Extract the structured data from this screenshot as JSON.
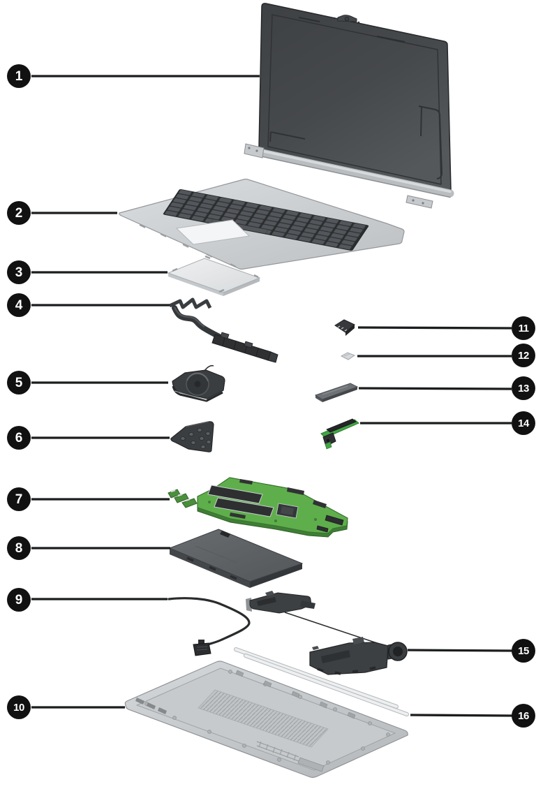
{
  "figure": {
    "kind": "laptop-exploded-parts-diagram",
    "callout_count": 16
  },
  "callouts": [
    {
      "number": "1",
      "part": "display-assembly"
    },
    {
      "number": "2",
      "part": "top-cover-with-keyboard"
    },
    {
      "number": "3",
      "part": "touchpad"
    },
    {
      "number": "4",
      "part": "heat-sink"
    },
    {
      "number": "5",
      "part": "fan"
    },
    {
      "number": "6",
      "part": "bracket-plate"
    },
    {
      "number": "7",
      "part": "system-board"
    },
    {
      "number": "8",
      "part": "battery"
    },
    {
      "number": "9",
      "part": "power-connector-cable"
    },
    {
      "number": "10",
      "part": "bottom-cover"
    },
    {
      "number": "11",
      "part": "wlan-module"
    },
    {
      "number": "12",
      "part": "small-board"
    },
    {
      "number": "13",
      "part": "solid-state-drive"
    },
    {
      "number": "14",
      "part": "audio-jack-board"
    },
    {
      "number": "15",
      "part": "speakers"
    },
    {
      "number": "16",
      "part": "rubber-strips"
    }
  ],
  "colors": {
    "background": "#ffffff",
    "callout_fill": "#111111",
    "callout_text": "#ffffff",
    "leader_line": "#1b1d1e",
    "system_board_green": "#5fae4c",
    "audio_board_green": "#43a545",
    "metal_silver": "#cdd1d3",
    "dark_component": "#3a3d40",
    "display_back": "#46494c"
  }
}
